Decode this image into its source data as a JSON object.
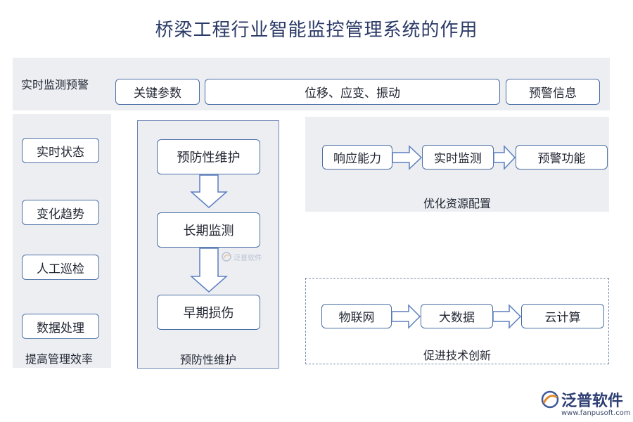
{
  "title": "桥梁工程行业智能监控管理系统的作用",
  "top_bar": {
    "label": "实时监测预警",
    "items": [
      "关键参数",
      "位移、应变、振动",
      "预警信息"
    ]
  },
  "left_panel": {
    "items": [
      "实时状态",
      "变化趋势",
      "人工巡检",
      "数据处理"
    ],
    "caption": "提高管理效率"
  },
  "middle_panel": {
    "steps": [
      "预防性维护",
      "长期监测",
      "早期损伤"
    ],
    "caption": "预防性维护",
    "inner_watermark": "泛普软件"
  },
  "optimize_panel": {
    "steps": [
      "响应能力",
      "实时监测",
      "预警功能"
    ],
    "caption": "优化资源配置"
  },
  "innovation_panel": {
    "steps": [
      "物联网",
      "大数据",
      "云计算"
    ],
    "caption": "促进技术创新"
  },
  "watermark": {
    "brand": "泛普软件",
    "url": "www.fanpusoft.com"
  },
  "colors": {
    "box_border": "#4a6fa5",
    "panel_bg": "#eceef2",
    "title": "#2b3a67",
    "arrow_stroke": "#5b7fbf"
  }
}
